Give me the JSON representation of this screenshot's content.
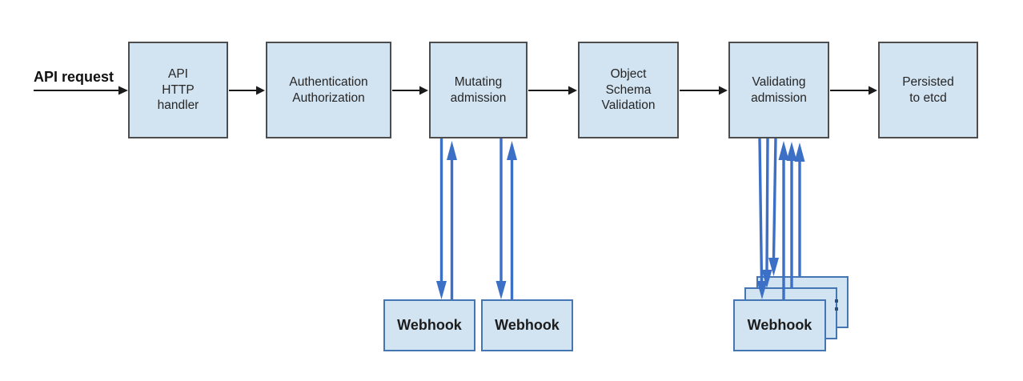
{
  "diagram": {
    "input_label": "API request",
    "stages": [
      {
        "id": "api-http-handler",
        "label": "API\nHTTP\nhandler"
      },
      {
        "id": "authentication-authorization",
        "label": "Authentication\nAuthorization"
      },
      {
        "id": "mutating-admission",
        "label": "Mutating\nadmission"
      },
      {
        "id": "object-schema-validation",
        "label": "Object\nSchema\nValidation"
      },
      {
        "id": "validating-admission",
        "label": "Validating\nadmission"
      },
      {
        "id": "persisted-to-etcd",
        "label": "Persisted\nto etcd"
      }
    ],
    "webhooks": {
      "mutating": [
        {
          "label": "Webhook"
        },
        {
          "label": "Webhook"
        }
      ],
      "validating": [
        {
          "label": "Webhook"
        }
      ]
    },
    "colors": {
      "box_fill": "#d2e3f1",
      "stage_border": "#4d4d4d",
      "webhook_border": "#4576b4",
      "flow_arrow": "#1a1a1a",
      "webhook_arrow": "#3c70c6"
    }
  }
}
